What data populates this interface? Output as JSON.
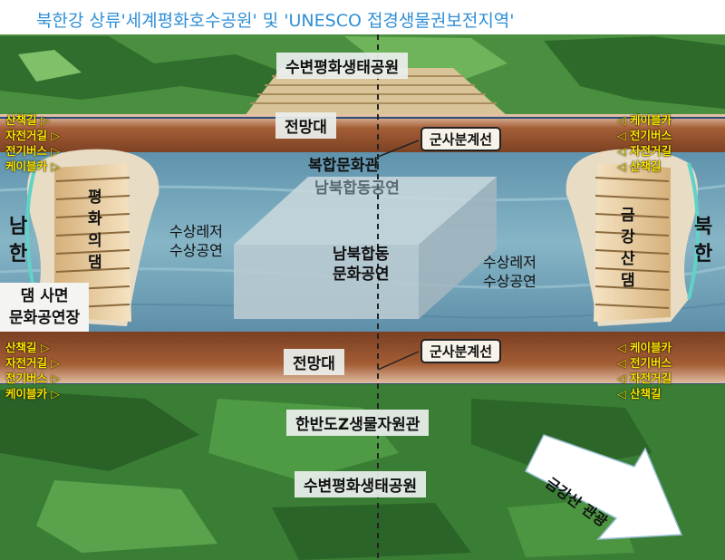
{
  "title": "북한강 상류'세계평화호수공원' 및 'UNESCO 접경생물권보전지역'",
  "labels": {
    "eco_park_top": "수변평화생태공원",
    "eco_park_bottom": "수변평화생태공원",
    "observatory_top": "전망대",
    "observatory_bottom": "전망대",
    "military_line_top": "군사분계선",
    "military_line_bottom": "군사분계선",
    "complex_hall": "복합문화관",
    "joint_performance": "남북합동공연",
    "joint_culture_1": "남북합동",
    "joint_culture_2": "문화공연",
    "water_left_1": "수상레저",
    "water_left_2": "수상공연",
    "water_right_1": "수상레저",
    "water_right_2": "수상공연",
    "dam_slope_1": "댐 사면",
    "dam_slope_2": "문화공연장",
    "bio_hall": "한반도Z생물자원관",
    "tour_arrow": "금강산 관광"
  },
  "south": [
    "남",
    "한"
  ],
  "north": [
    "북",
    "한"
  ],
  "peace_dam": [
    "평",
    "화",
    "의",
    "댐"
  ],
  "geumgang_dam": [
    "금",
    "강",
    "산",
    "댐"
  ],
  "left_top_list": [
    "산책길 ▷",
    "자전거길 ▷",
    "전기버스 ▷",
    "케이블카 ▷"
  ],
  "left_bottom_list": [
    "산책길 ▷",
    "자전거길 ▷",
    "전기버스 ▷",
    "케이블카 ▷"
  ],
  "right_top_list": [
    "◁ 케이블카",
    "◁ 전기버스",
    "◁ 자전거길",
    "◁ 산책길"
  ],
  "right_bottom_list": [
    "◁ 케이블카",
    "◁ 전기버스",
    "◁ 자전거길",
    "◁ 산책길"
  ],
  "colors": {
    "title": "#2f8fd6",
    "river": "#6f9fb6",
    "bank": "#9a5a35",
    "forest": "#3f8a3a",
    "list_text": "#ffe600",
    "arrow": "#ffffff"
  }
}
